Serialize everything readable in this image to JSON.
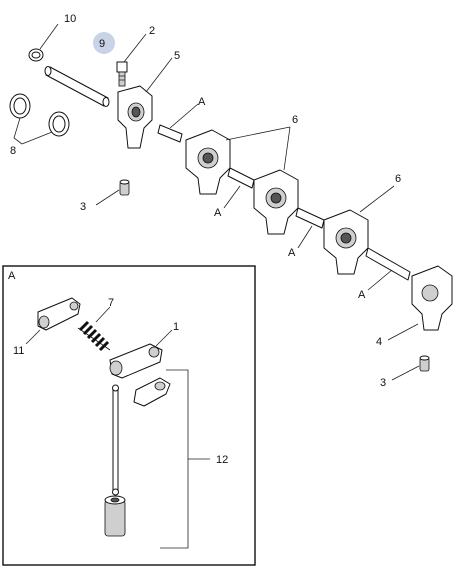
{
  "callouts": {
    "c10": "10",
    "c9": "9",
    "c2": "2",
    "c5": "5",
    "cA1": "A",
    "c8": "8",
    "c6a": "6",
    "c3a": "3",
    "cA2": "A",
    "c6b": "6",
    "cA3": "A",
    "cA4": "A",
    "c4": "4",
    "c3b": "3",
    "c7": "7",
    "c1": "1",
    "c11": "11",
    "c12": "12"
  },
  "inset": {
    "label": "A"
  },
  "colors": {
    "highlight_circle": "#c8d3e8",
    "line": "#111111"
  }
}
